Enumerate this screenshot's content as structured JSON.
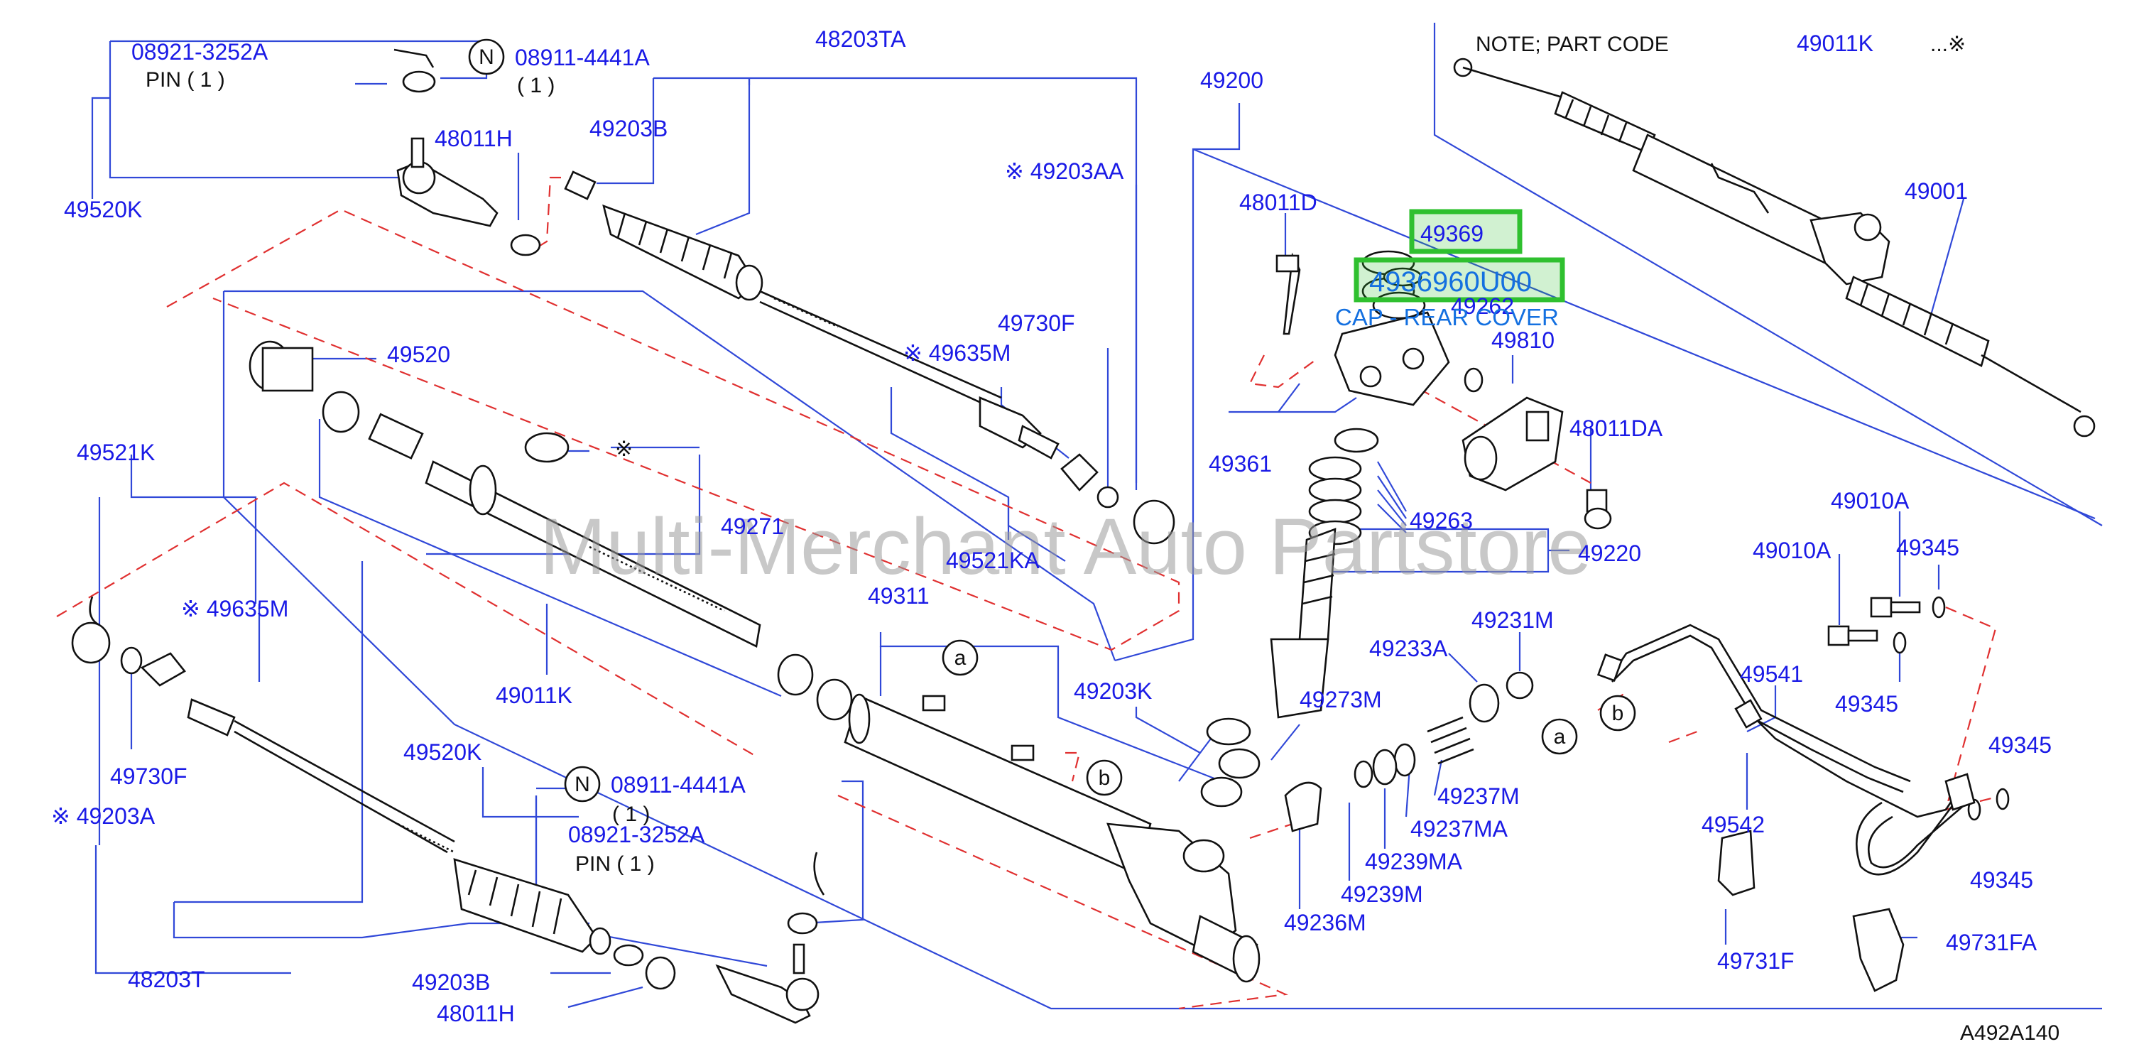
{
  "note": {
    "text": "NOTE;    PART   CODE",
    "code": "49011K",
    "mark": "...※"
  },
  "drawing_id": "A492A140",
  "watermark": "Multi-Merchant Auto Partstore",
  "highlight": {
    "part": "49369",
    "part_number": "4936960U00",
    "description": "CAP - REAR COVER"
  },
  "callouts": {
    "a1": "a",
    "a2": "a",
    "b1": "b",
    "b2": "b",
    "n1": "N",
    "n2": "N"
  },
  "labels": {
    "p08921_top": "08921-3252A",
    "pin_top": "PIN   ( 1 )",
    "p08911_top": "08911-4441A",
    "qty_top": "( 1 )",
    "p48203TA": "48203TA",
    "p49200": "49200",
    "p48011H_top": "48011H",
    "p49203B_top": "49203B",
    "p49520K_top": "49520K",
    "p49203AA": "※ 49203AA",
    "p48011D": "48011D",
    "p49262": "49262",
    "p49810": "49810",
    "p49001": "49001",
    "p49730F_top": "49730F",
    "p49635M_top": "※ 49635M",
    "p49520": "49520",
    "p49521K": "49521K",
    "p49271": "49271",
    "p49271_mark": "※",
    "p49361": "49361",
    "p48011DA": "48011DA",
    "p49263": "49263",
    "p49220": "49220",
    "p49521KA": "49521KA",
    "p49635M_bot": "※ 49635M",
    "p49311": "49311",
    "p49011K": "49011K",
    "p49010A_a": "49010A",
    "p49010A_b": "49010A",
    "p49345_a": "49345",
    "p49345_b": "49345",
    "p49345_c": "49345",
    "p49345_d": "49345",
    "p49231M": "49231M",
    "p49233A": "49233A",
    "p49203K": "49203K",
    "p49273M": "49273M",
    "p49541": "49541",
    "p49730F_bot": "49730F",
    "p49520K_bot": "49520K",
    "p08911_bot": "08911-4441A",
    "qty_bot": "( 1 )",
    "p08921_bot": "08921-3252A",
    "pin_bot": "PIN   ( 1 )",
    "p49203A": "※ 49203A",
    "p49237M": "49237M",
    "p49237MA": "49237MA",
    "p49239MA": "49239MA",
    "p49239M": "49239M",
    "p49236M": "49236M",
    "p49542": "49542",
    "p49731F": "49731F",
    "p49731FA": "49731FA",
    "p48203T": "48203T",
    "p49203B_bot": "49203B",
    "p48011H_bot": "48011H"
  }
}
